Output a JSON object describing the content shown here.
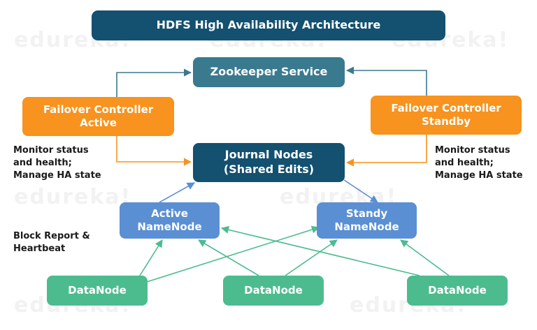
{
  "title": "HDFS High Availability Architecture",
  "nodes": {
    "zookeeper": "Zookeeper Service",
    "failover_active": [
      "Failover Controller",
      "Active"
    ],
    "failover_standby": [
      "Failover Controller",
      "Standby"
    ],
    "journal": [
      "Journal Nodes",
      "(Shared Edits)"
    ],
    "active_namenode": [
      "Active",
      "NameNode"
    ],
    "standby_namenode": [
      "Standy",
      "NameNode"
    ],
    "datanodes": [
      "DataNode",
      "DataNode",
      "DataNode"
    ]
  },
  "labels": {
    "monitor_left": [
      "Monitor status",
      "and health;",
      "Manage HA state"
    ],
    "monitor_right": [
      "Monitor status",
      "and health;",
      "Manage HA state"
    ],
    "block_report": [
      "Block Report &",
      "Heartbeat"
    ]
  },
  "watermark": "edureka!",
  "colors": {
    "title": "#14506f",
    "zookeeper": "#3a7a8f",
    "failover": "#f7931e",
    "journal": "#14506f",
    "namenode": "#5b8fd3",
    "datanode": "#4cbc8e",
    "zk_arrow": "#3a7a8f",
    "failover_arrow": "#f7931e",
    "namenode_arrow": "#5b8fd3",
    "datanode_arrow": "#4cbc8e"
  }
}
